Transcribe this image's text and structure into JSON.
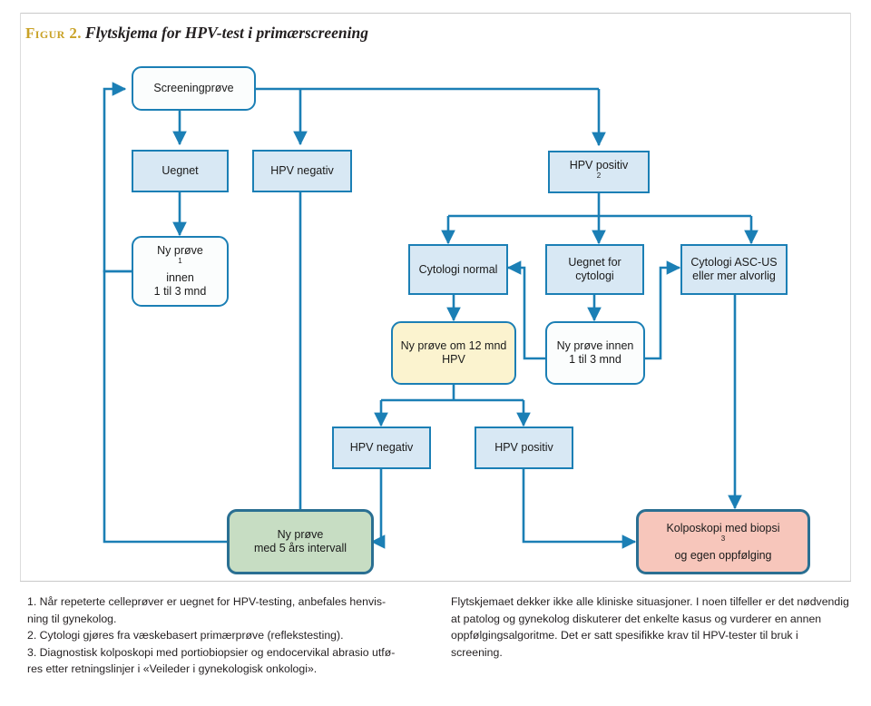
{
  "figure": {
    "label": "Figur 2.",
    "title": "Flytskjema for HPV-test i primærscreening",
    "label_color": "#c9a227",
    "line_color": "#1b7fb5"
  },
  "nodes": {
    "screening": {
      "line1": "Screeningprøve"
    },
    "uegnet": {
      "line1": "Uegnet"
    },
    "hpv_negativ_top": {
      "line1": "HPV negativ"
    },
    "hpv_positiv_top": {
      "line1": "HPV positiv",
      "sup": "2"
    },
    "ny_prove_uegnet": {
      "line1": "Ny prøve",
      "sup": "1",
      "line2": "innen",
      "line3": "1 til 3 mnd"
    },
    "cytologi_normal": {
      "line1": "Cytologi normal"
    },
    "uegnet_cytologi": {
      "line1": "Uegnet for",
      "line2": "cytologi"
    },
    "cytologi_ascus": {
      "line1": "Cytologi ASC-US",
      "line2": "eller mer alvorlig"
    },
    "ny_prove_12mnd": {
      "line1": "Ny prøve om 12 mnd",
      "line2": "HPV"
    },
    "ny_prove_innen": {
      "line1": "Ny prøve innen",
      "line2": "1 til 3 mnd"
    },
    "hpv_negativ_bottom": {
      "line1": "HPV negativ"
    },
    "hpv_positiv_bottom": {
      "line1": "HPV positiv"
    },
    "ny_prove_5ar": {
      "line1": "Ny prøve",
      "line2": "med 5 års intervall"
    },
    "kolposkopi": {
      "line1": "Kolposkopi med biopsi",
      "sup": "3",
      "line2": "og egen oppfølging"
    }
  },
  "notes": {
    "left": [
      "1. Når repeterte celleprøver er uegnet for HPV-testing, anbefales henvis-",
      "ning til gynekolog.",
      "2. Cytologi gjøres fra væskebasert primærprøve (reflekstesting).",
      "3. Diagnostisk kolposkopi med portiobiopsier og endocervikal abrasio utfø-",
      "res etter retningslinjer i «Veileder i gynekologisk onkologi»."
    ],
    "right": "Flytskjemaet dekker ikke alle kliniske situasjoner. I noen tilfeller er det nødvendig at patolog og gynekolog diskuterer det enkelte kasus og vurderer en annen oppfølgingsalgoritme. Det er satt spesifikke krav til HPV-tester til bruk i screening."
  }
}
